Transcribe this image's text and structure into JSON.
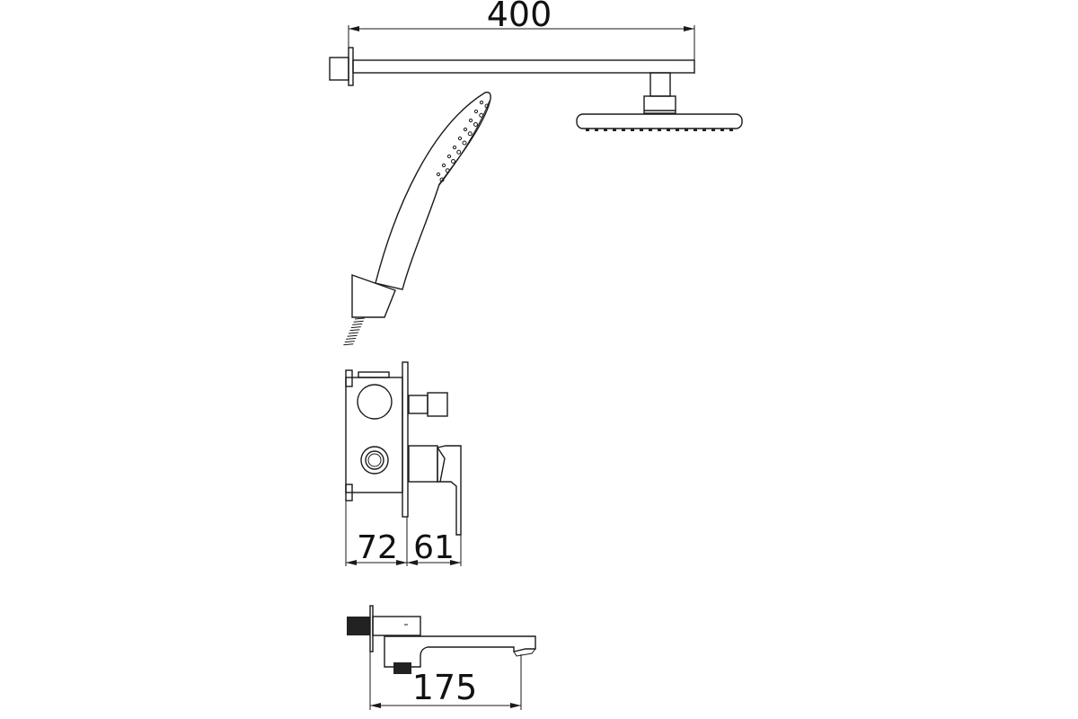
{
  "drawing": {
    "dimensions": {
      "shower_arm_length": "400",
      "valve_depth": "72",
      "trim_depth": "61",
      "spout_length": "175"
    },
    "line_color": "#1a1a1a"
  }
}
